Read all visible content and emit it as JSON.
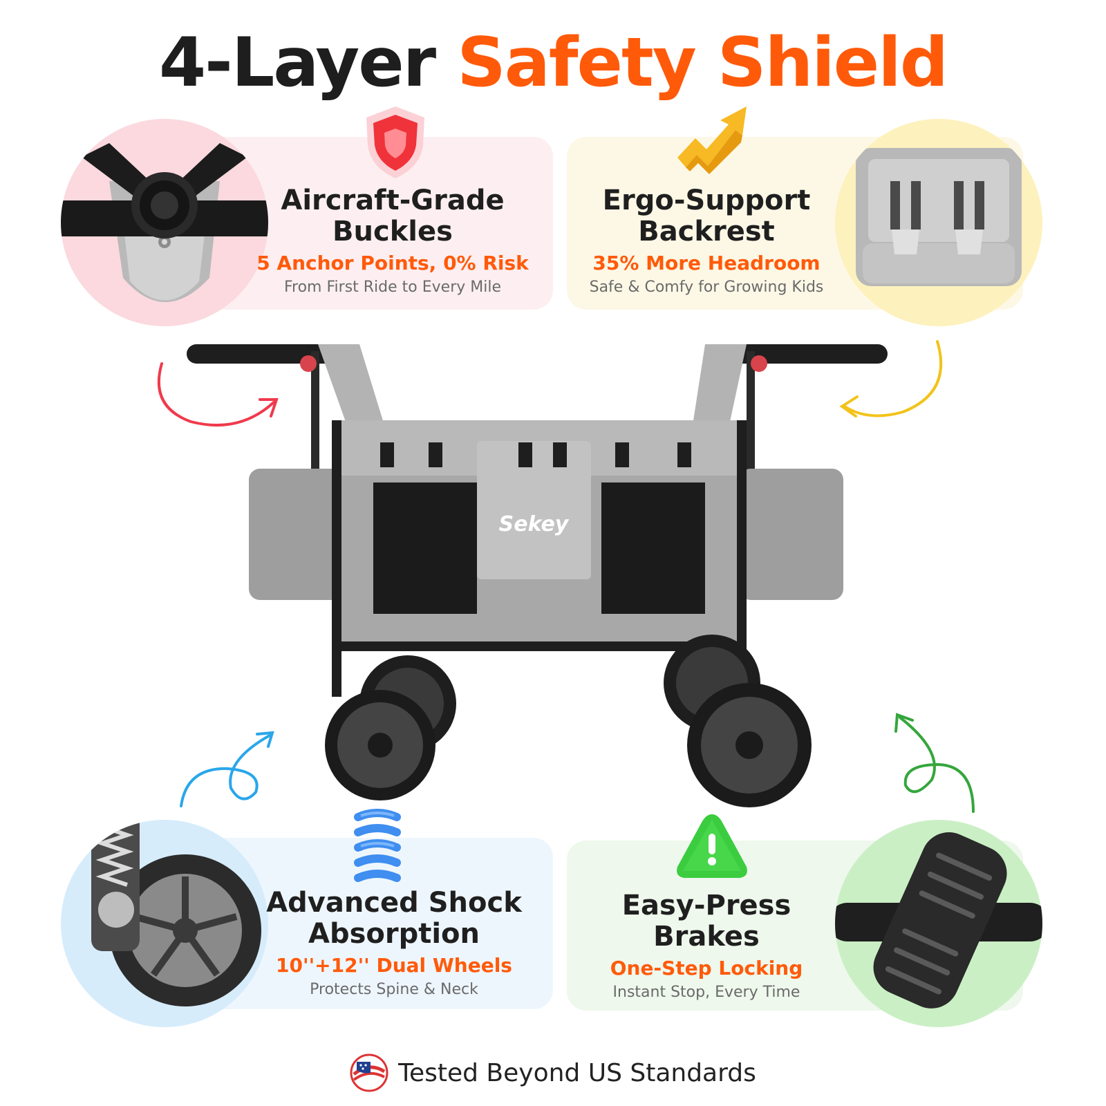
{
  "title": {
    "part1": "4-Layer",
    "part2": "Safety Shield"
  },
  "colors": {
    "accent": "#ff5a0a",
    "dark": "#1e1e1e",
    "pink_card": "#fdeff1",
    "yellow_card": "#fdf8e6",
    "blue_card": "#eef6fd",
    "green_card": "#eef8ec"
  },
  "features": [
    {
      "title_line1": "Aircraft-Grade",
      "title_line2": "Buckles",
      "highlight": "5 Anchor Points, 0% Risk",
      "description": "From First Ride to Every Mile",
      "icon": "shield-icon"
    },
    {
      "title_line1": "Ergo-Support",
      "title_line2": "Backrest",
      "highlight": "35% More Headroom",
      "description": "Safe & Comfy for Growing Kids",
      "icon": "arrow-up-icon"
    },
    {
      "title_line1": "Advanced Shock",
      "title_line2": "Absorption",
      "highlight": "10''+12'' Dual Wheels",
      "description": "Protects Spine & Neck",
      "icon": "spring-icon"
    },
    {
      "title_line1": "Easy-Press",
      "title_line2": "Brakes",
      "highlight": "One-Step Locking",
      "description": "Instant Stop, Every Time",
      "icon": "warning-icon"
    }
  ],
  "brand": "Sekey",
  "footer": {
    "text": "Tested Beyond US Standards",
    "icon": "us-flag-badge-icon"
  }
}
